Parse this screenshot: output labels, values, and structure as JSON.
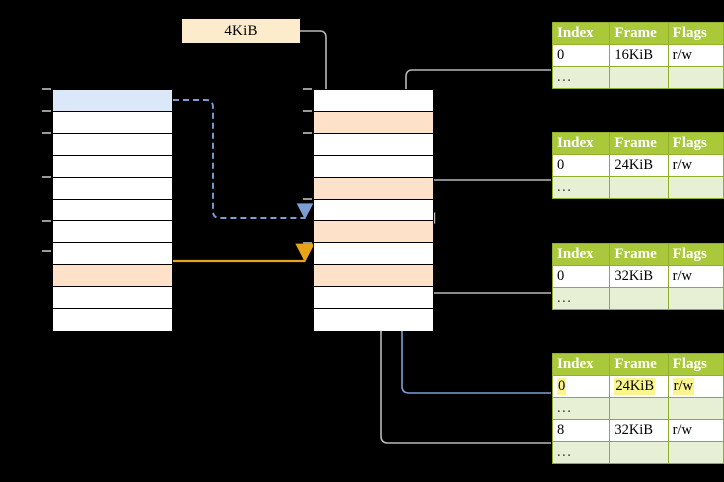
{
  "diagram": {
    "title_label": "4KiB",
    "left_column": {
      "name": "virtual-address-space",
      "rows": [
        {
          "fill": "blue"
        },
        {
          "fill": "white"
        },
        {
          "fill": "white"
        },
        {
          "fill": "white"
        },
        {
          "fill": "white"
        },
        {
          "fill": "white"
        },
        {
          "fill": "white"
        },
        {
          "fill": "white"
        },
        {
          "fill": "peach"
        },
        {
          "fill": "white"
        },
        {
          "fill": "white"
        },
        {
          "fill": "white"
        }
      ]
    },
    "middle_column": {
      "name": "physical-memory-frames",
      "rows": [
        {
          "fill": "white"
        },
        {
          "fill": "peach"
        },
        {
          "fill": "white"
        },
        {
          "fill": "white"
        },
        {
          "fill": "peach"
        },
        {
          "fill": "white"
        },
        {
          "fill": "peach"
        },
        {
          "fill": "white"
        },
        {
          "fill": "peach"
        },
        {
          "fill": "white"
        },
        {
          "fill": "white"
        }
      ]
    },
    "tables": [
      {
        "name": "page-table-level-1",
        "headers": [
          "Index",
          "Frame",
          "Flags"
        ],
        "rows": [
          {
            "type": "data",
            "cells": [
              "0",
              "16KiB",
              "r/w"
            ],
            "highlight": [
              false,
              false,
              false
            ]
          },
          {
            "type": "ellipsis",
            "cells": [
              "...",
              "",
              ""
            ]
          }
        ]
      },
      {
        "name": "page-table-level-2",
        "headers": [
          "Index",
          "Frame",
          "Flags"
        ],
        "rows": [
          {
            "type": "data",
            "cells": [
              "0",
              "24KiB",
              "r/w"
            ],
            "highlight": [
              false,
              false,
              false
            ]
          },
          {
            "type": "ellipsis",
            "cells": [
              "...",
              "",
              ""
            ]
          }
        ]
      },
      {
        "name": "page-table-level-3",
        "headers": [
          "Index",
          "Frame",
          "Flags"
        ],
        "rows": [
          {
            "type": "data",
            "cells": [
              "0",
              "32KiB",
              "r/w"
            ],
            "highlight": [
              false,
              false,
              false
            ]
          },
          {
            "type": "ellipsis",
            "cells": [
              "...",
              "",
              ""
            ]
          }
        ]
      },
      {
        "name": "page-table-level-4",
        "headers": [
          "Index",
          "Frame",
          "Flags"
        ],
        "rows": [
          {
            "type": "data",
            "cells": [
              "0",
              "24KiB",
              "r/w"
            ],
            "highlight": [
              true,
              true,
              true
            ]
          },
          {
            "type": "ellipsis",
            "cells": [
              "...",
              "",
              ""
            ]
          },
          {
            "type": "data",
            "cells": [
              "8",
              "32KiB",
              "r/w"
            ],
            "highlight": [
              false,
              false,
              false
            ]
          },
          {
            "type": "ellipsis",
            "cells": [
              "...",
              "",
              ""
            ]
          }
        ]
      }
    ],
    "colors": {
      "background": "#000000",
      "table_header": "#a9c93a",
      "table_alt_row": "#e7efd4",
      "highlight_yellow": "#fbf58f",
      "page_highlight_blue": "#dbe8fa",
      "frame_highlight_peach": "#fde1c9",
      "size_label_bg": "#fdeccc",
      "connector_gray": "#b9b9b9",
      "connector_blue": "#7b9fd4",
      "connector_orange": "#e8a317"
    }
  }
}
